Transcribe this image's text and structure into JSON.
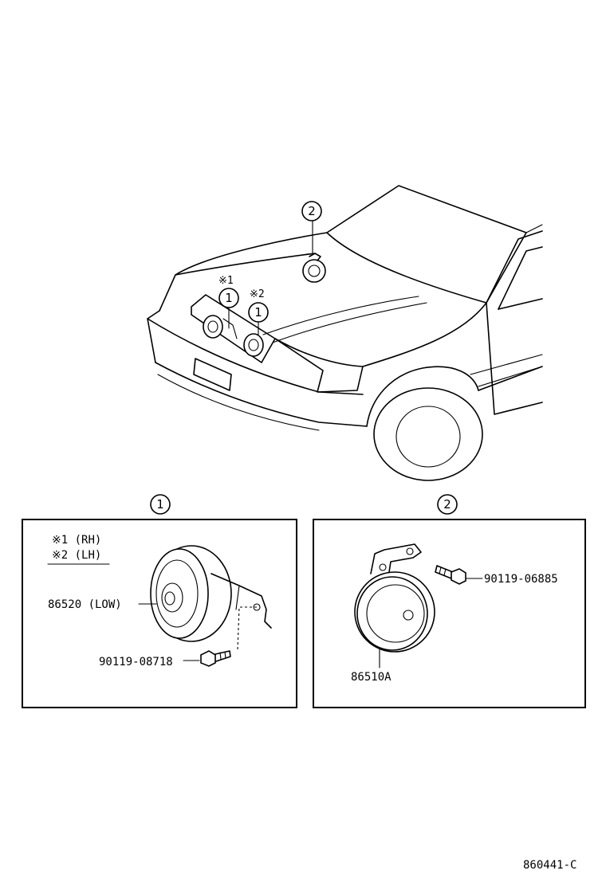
{
  "diagram": {
    "car": {
      "callout_1": "1",
      "callout_2": "2",
      "note_1": "※1",
      "note_2": "※2"
    },
    "panel_1": {
      "header": "1",
      "legend_line_1": "※1 (RH)",
      "legend_line_2": "※2 (LH)",
      "horn_part": "86520 (LOW)",
      "bolt_part": "90119-08718"
    },
    "panel_2": {
      "header": "2",
      "horn_part": "86510A",
      "bolt_part": "90119-06885"
    },
    "figure_code": "860441-C"
  }
}
